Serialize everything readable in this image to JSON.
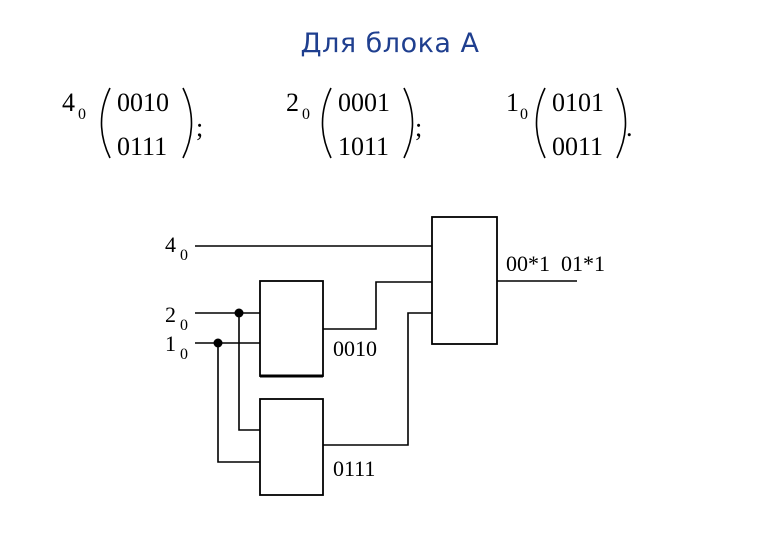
{
  "title": "Для блока А",
  "matrices": [
    {
      "base": "4",
      "sub": "0",
      "row1": "0010",
      "row2": "0111",
      "punct": ";"
    },
    {
      "base": "2",
      "sub": "0",
      "row1": "0001",
      "row2": "1011",
      "punct": ";"
    },
    {
      "base": "1",
      "sub": "0",
      "row1": "0101",
      "row2": "0011",
      "punct": "."
    }
  ],
  "circuit": {
    "inputs": [
      {
        "base": "4",
        "sub": "0"
      },
      {
        "base": "2",
        "sub": "0"
      },
      {
        "base": "1",
        "sub": "0"
      }
    ],
    "output_label": "00*1  01*1",
    "block1_label": "0010",
    "block2_label": "0111"
  }
}
